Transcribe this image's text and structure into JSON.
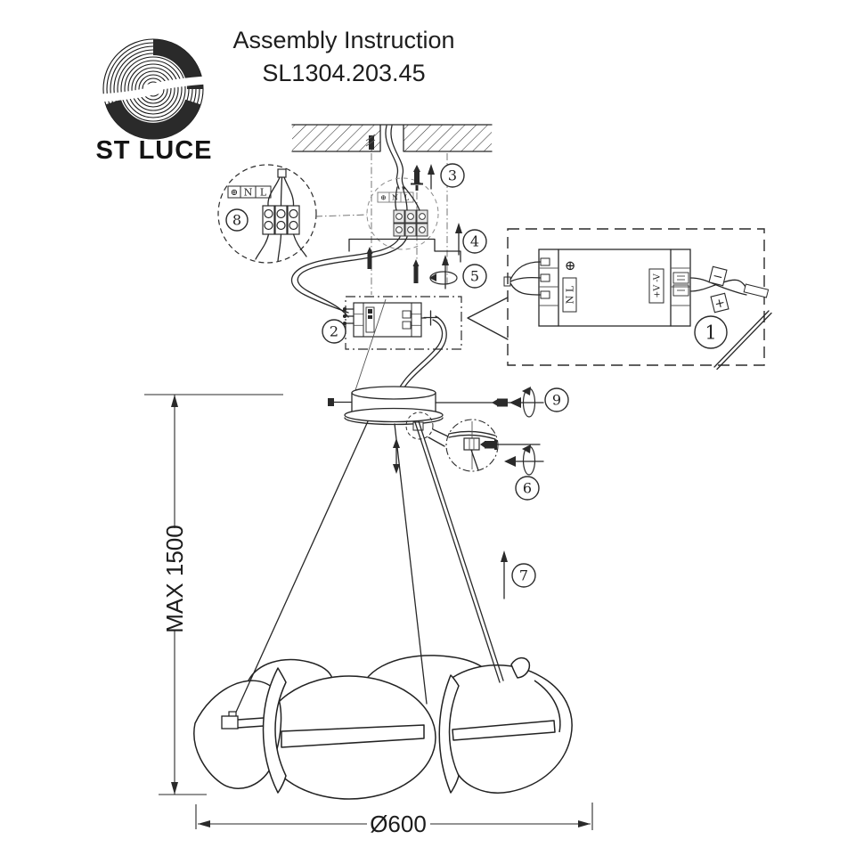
{
  "header": {
    "brand": "ST LUCE",
    "title": "Assembly Instruction",
    "model": "SL1304.203.45"
  },
  "steps": {
    "s1": "1",
    "s2": "2",
    "s3": "3",
    "s4": "4",
    "s5": "5",
    "s6": "6",
    "s7": "7",
    "s8": "8",
    "s9": "9"
  },
  "wiring": {
    "earth": "⊕",
    "neutral": "N",
    "live": "L"
  },
  "driver": {
    "earth": "⊕",
    "in_label": "N L",
    "out_label": "+V -V",
    "plus": "+",
    "minus": "−"
  },
  "dims": {
    "height": "MAX 1500",
    "diameter": "Ø600"
  }
}
